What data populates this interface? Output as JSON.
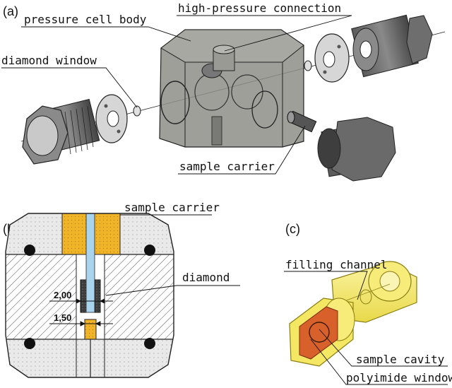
{
  "figure": {
    "panel_a": {
      "tag": "(a)",
      "labels": {
        "body": "pressure cell body",
        "connection": "high-pressure connection",
        "window": "diamond window",
        "carrier": "sample carrier"
      }
    },
    "panel_b": {
      "tag": "(b)",
      "labels": {
        "carrier": "sample carrier",
        "diamond": "diamond"
      },
      "dimensions": {
        "outer": "2,00",
        "inner": "1,50"
      }
    },
    "panel_c": {
      "tag": "(c)",
      "labels": {
        "channel": "filling channel",
        "cavity": "sample cavity",
        "window": "polyimide window"
      }
    }
  },
  "colors": {
    "body_fill": "#8e8e88",
    "metal_dark": "#4a4a4a",
    "metal_light": "#d6d6d6",
    "sample_yellow": "#f0b429",
    "channel_blue": "#a9d4ee",
    "concrete": "#e6e6e6",
    "carrier_yellow": "#f5e76a",
    "cavity_orange": "#d8602a"
  }
}
